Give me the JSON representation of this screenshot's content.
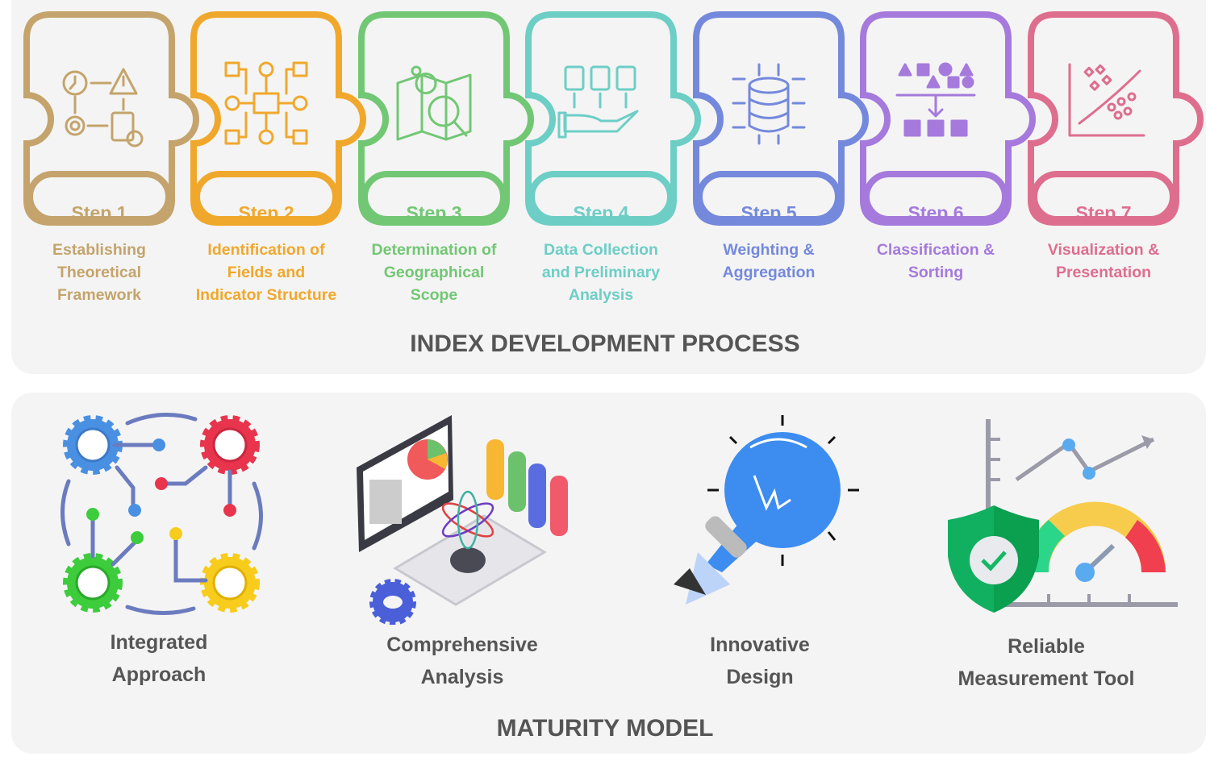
{
  "process": {
    "title": "INDEX DEVELOPMENT PROCESS",
    "steps": [
      {
        "label": "Step 1",
        "desc": [
          "Establishing",
          "Theoretical",
          "Framework"
        ],
        "color": "#C4A46C",
        "icon": "workflow-icon"
      },
      {
        "label": "Step 2",
        "desc": [
          "Identification of",
          "Fields and",
          "Indicator Structure"
        ],
        "color": "#F0A82C",
        "icon": "network-structure-icon"
      },
      {
        "label": "Step 3",
        "desc": [
          "Determination of",
          "Geographical",
          "Scope"
        ],
        "color": "#72C774",
        "icon": "map-search-icon"
      },
      {
        "label": "Step 4",
        "desc": [
          "Data Collection",
          "and Preliminary",
          "Analysis"
        ],
        "color": "#6DCEC6",
        "icon": "data-collection-icon"
      },
      {
        "label": "Step 5",
        "desc": [
          "Weighting &",
          "Aggregation"
        ],
        "color": "#7489DC",
        "icon": "database-icon"
      },
      {
        "label": "Step 6",
        "desc": [
          "Classification &",
          "Sorting"
        ],
        "color": "#A57ADC",
        "icon": "sorting-icon"
      },
      {
        "label": "Step 7",
        "desc": [
          "Visualization &",
          "Presentation"
        ],
        "color": "#DE6E8E",
        "icon": "scatter-chart-icon"
      }
    ]
  },
  "maturity": {
    "title": "MATURITY MODEL",
    "features": [
      {
        "lines": [
          "Integrated",
          "Approach"
        ]
      },
      {
        "lines": [
          "Comprehensive",
          "Analysis"
        ]
      },
      {
        "lines": [
          "Innovative",
          "Design"
        ]
      },
      {
        "lines": [
          "Reliable",
          "Measurement Tool"
        ]
      }
    ]
  }
}
